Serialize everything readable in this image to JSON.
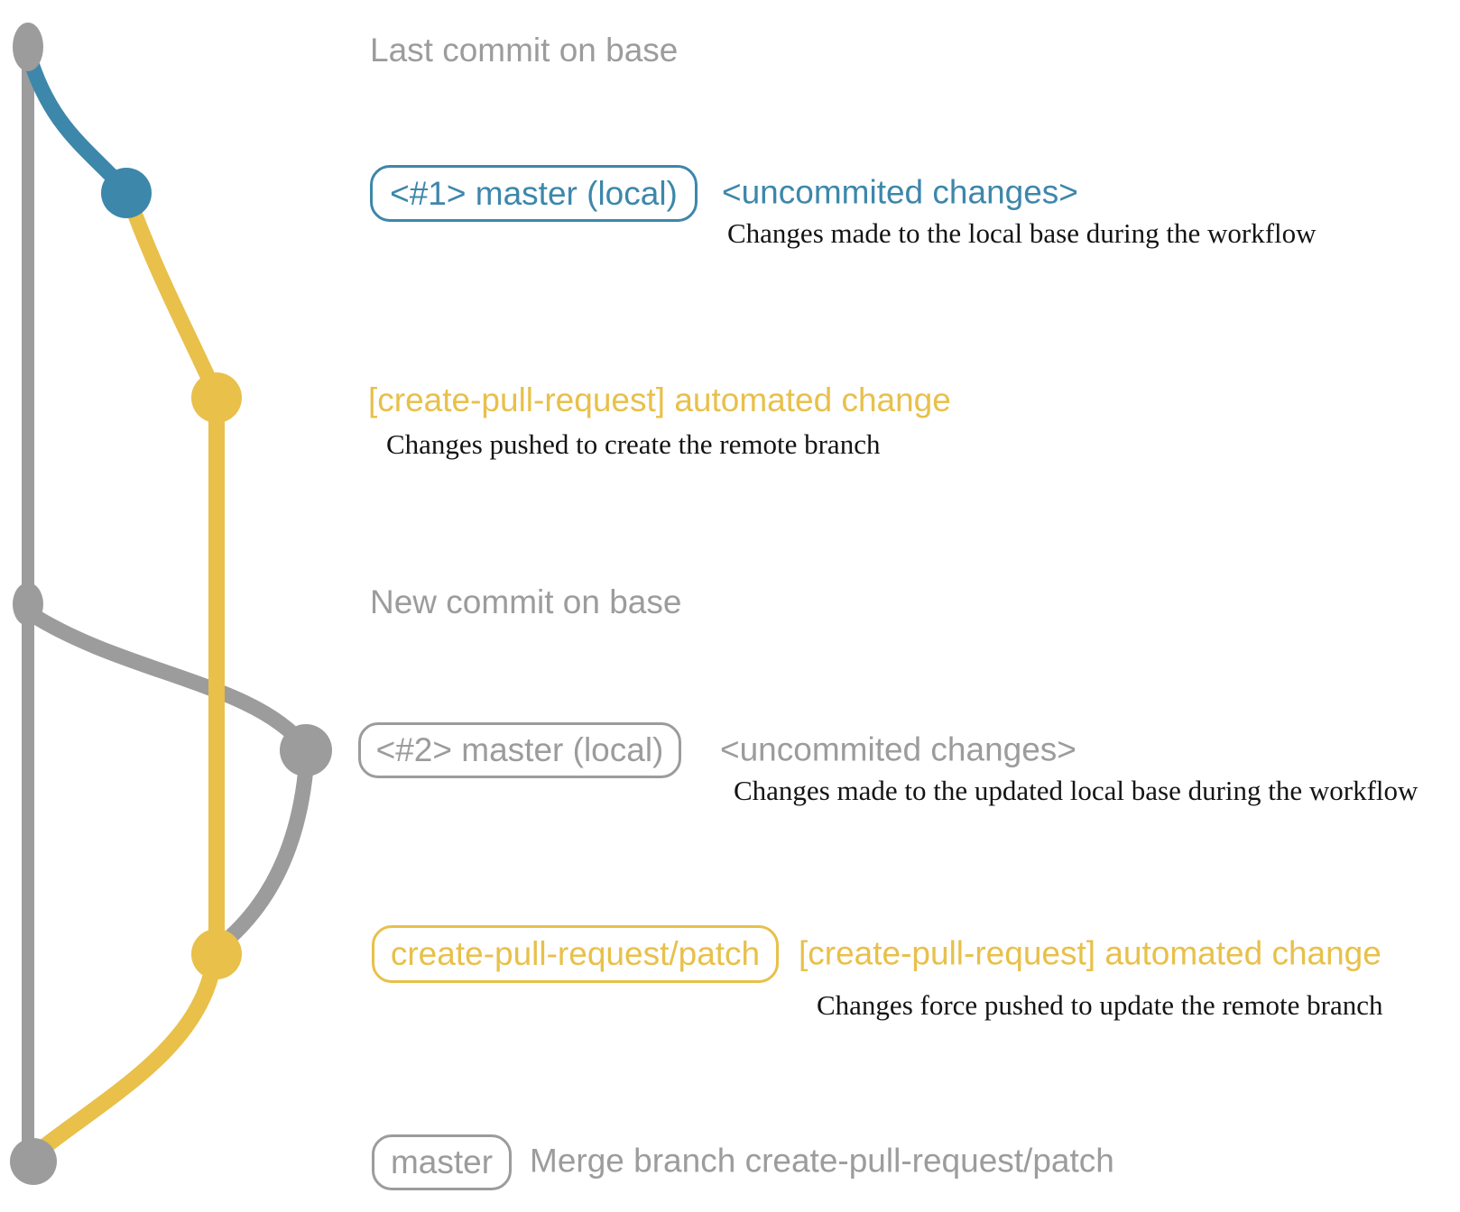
{
  "colors": {
    "gray": "#9c9c9c",
    "blue": "#3d87ab",
    "yellow": "#e8c04a",
    "description_text": "#141414"
  },
  "captions": {
    "last_commit": "Last commit on base",
    "new_commit": "New commit on base"
  },
  "rows": [
    {
      "badge": "<#1> master (local)",
      "message": "<uncommited changes>",
      "description": "Changes made to the local base during the workflow"
    },
    {
      "message": "[create-pull-request] automated change",
      "description": "Changes pushed to create the remote branch"
    },
    {
      "badge": "<#2> master (local)",
      "message": "<uncommited changes>",
      "description": "Changes made to the updated local base during the workflow"
    },
    {
      "badge": "create-pull-request/patch",
      "message": "[create-pull-request] automated change",
      "description": "Changes force pushed to update the remote branch"
    },
    {
      "badge": "master",
      "message": "Merge branch create-pull-request/patch"
    }
  ],
  "graph": {
    "nodes": [
      {
        "id": "base-last-commit",
        "color": "gray",
        "label": "Last commit on base"
      },
      {
        "id": "local-master-1",
        "color": "blue",
        "label": "<#1> master (local) <uncommited changes>"
      },
      {
        "id": "patch-commit-1",
        "color": "yellow",
        "label": "[create-pull-request] automated change"
      },
      {
        "id": "base-new-commit",
        "color": "gray",
        "label": "New commit on base"
      },
      {
        "id": "local-master-2",
        "color": "gray",
        "label": "<#2> master (local) <uncommited changes>"
      },
      {
        "id": "patch-commit-2",
        "color": "yellow",
        "label": "create-pull-request/patch [create-pull-request] automated change"
      },
      {
        "id": "master-merge",
        "color": "gray",
        "label": "master Merge branch create-pull-request/patch"
      }
    ],
    "edges": [
      {
        "from": "base-last-commit",
        "to": "local-master-1",
        "color": "blue"
      },
      {
        "from": "local-master-1",
        "to": "patch-commit-1",
        "color": "yellow"
      },
      {
        "from": "patch-commit-1",
        "to": "patch-commit-2",
        "color": "yellow"
      },
      {
        "from": "base-last-commit",
        "to": "master-merge",
        "color": "gray"
      },
      {
        "from": "base-new-commit",
        "to": "local-master-2",
        "color": "gray"
      },
      {
        "from": "local-master-2",
        "to": "patch-commit-2",
        "color": "gray"
      },
      {
        "from": "patch-commit-2",
        "to": "master-merge",
        "color": "yellow"
      }
    ]
  }
}
